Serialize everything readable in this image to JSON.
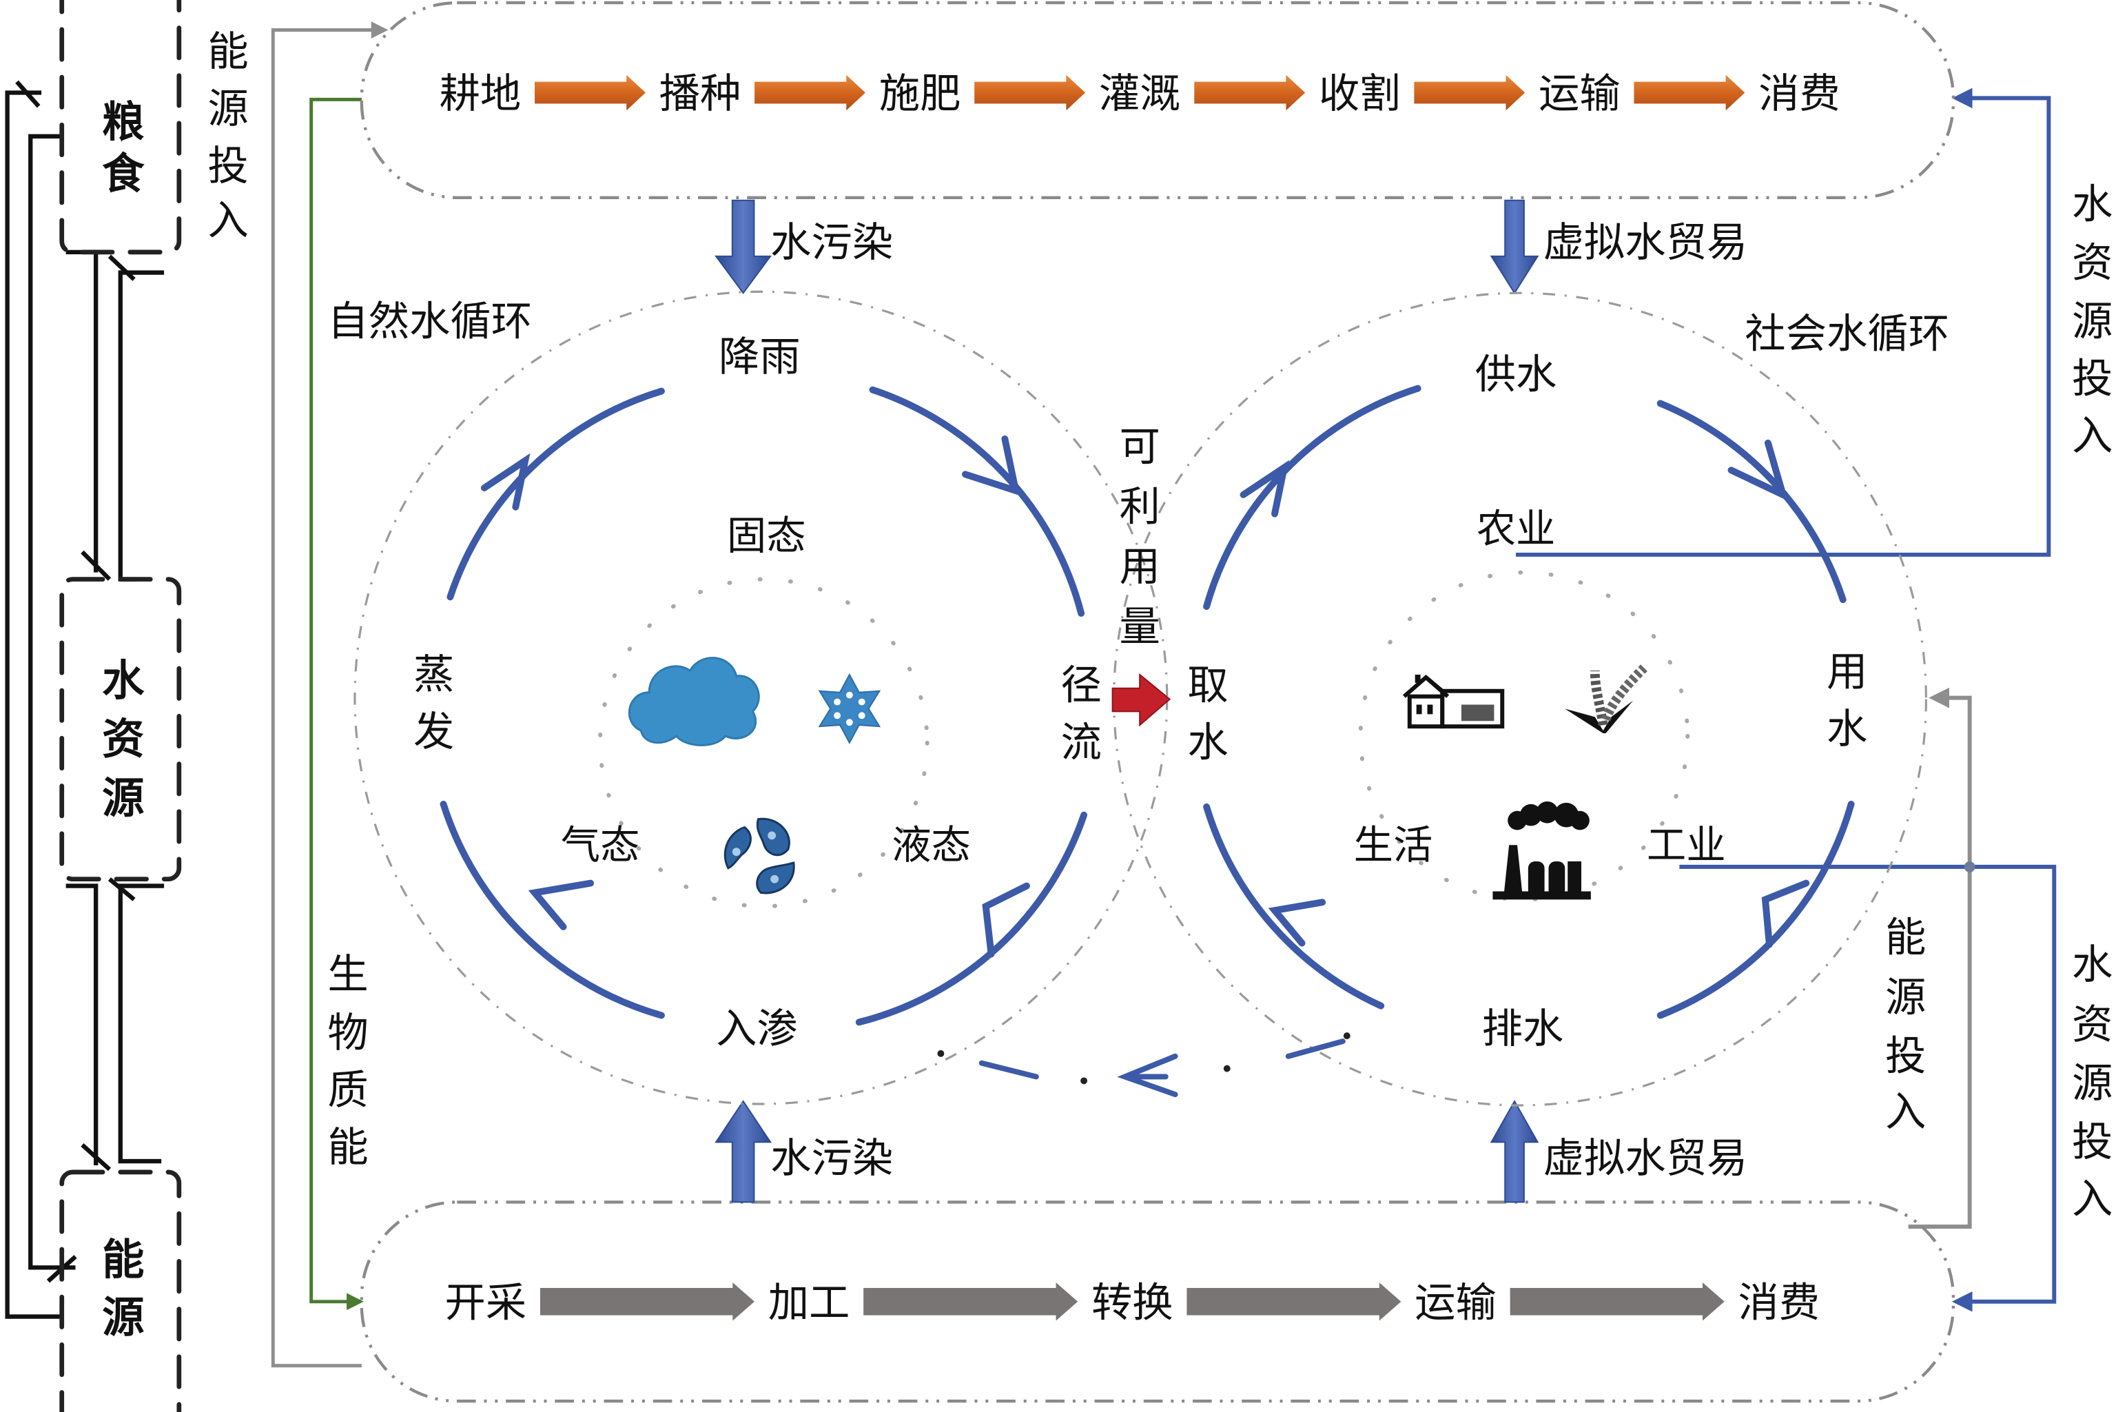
{
  "colors": {
    "food_arrow": "#d4651f",
    "energy_arrow": "#7a7575",
    "water_blue": "#3d5aa8",
    "runoff_red": "#c4202a",
    "biomass_green": "#4a7a30",
    "energy_input_gray": "#8e8e8e",
    "icon_blue": "#3b8fc9"
  },
  "left_nexus": {
    "boxes": [
      {
        "label_lines": [
          "粮",
          "食"
        ]
      },
      {
        "label_lines": [
          "水",
          "资",
          "源"
        ]
      },
      {
        "label_lines": [
          "能",
          "源"
        ]
      }
    ]
  },
  "side_labels": {
    "energy_input_top": [
      "能",
      "源",
      "投",
      "入"
    ],
    "biomass_energy": [
      "生",
      "物",
      "质",
      "能"
    ],
    "water_input_top_right": [
      "水",
      "资",
      "源",
      "投",
      "入"
    ],
    "water_input_bottom_right": [
      "水",
      "资",
      "源",
      "投",
      "入"
    ],
    "energy_input_right": [
      "能",
      "源",
      "投",
      "入"
    ]
  },
  "food_chain": {
    "steps": [
      "耕地",
      "播种",
      "施肥",
      "灌溉",
      "收割",
      "运输",
      "消费"
    ]
  },
  "energy_chain": {
    "steps": [
      "开采",
      "加工",
      "转换",
      "运输",
      "消费"
    ]
  },
  "flows": {
    "water_pollution_top": "水污染",
    "virtual_water_top": "虚拟水贸易",
    "water_pollution_bottom": "水污染",
    "virtual_water_bottom": "虚拟水贸易",
    "available_amount": [
      "可",
      "利",
      "用",
      "量"
    ]
  },
  "natural_cycle": {
    "title": "自然水循环",
    "nodes": {
      "top": "降雨",
      "left": [
        "蒸",
        "发"
      ],
      "right": [
        "径",
        "流"
      ],
      "bottom": "入渗"
    },
    "states": {
      "solid": "固态",
      "gas": "气态",
      "liquid": "液态"
    },
    "icons": [
      "cloud-icon",
      "snowflake-icon",
      "water-drops-icon"
    ]
  },
  "social_cycle": {
    "title": "社会水循环",
    "nodes": {
      "top": "供水",
      "left": [
        "取",
        "水"
      ],
      "right": [
        "用",
        "水"
      ],
      "bottom": "排水"
    },
    "sectors": {
      "agriculture": "农业",
      "domestic": "生活",
      "industry": "工业"
    },
    "icons": [
      "house-icon",
      "wheat-icon",
      "factory-icon"
    ]
  }
}
